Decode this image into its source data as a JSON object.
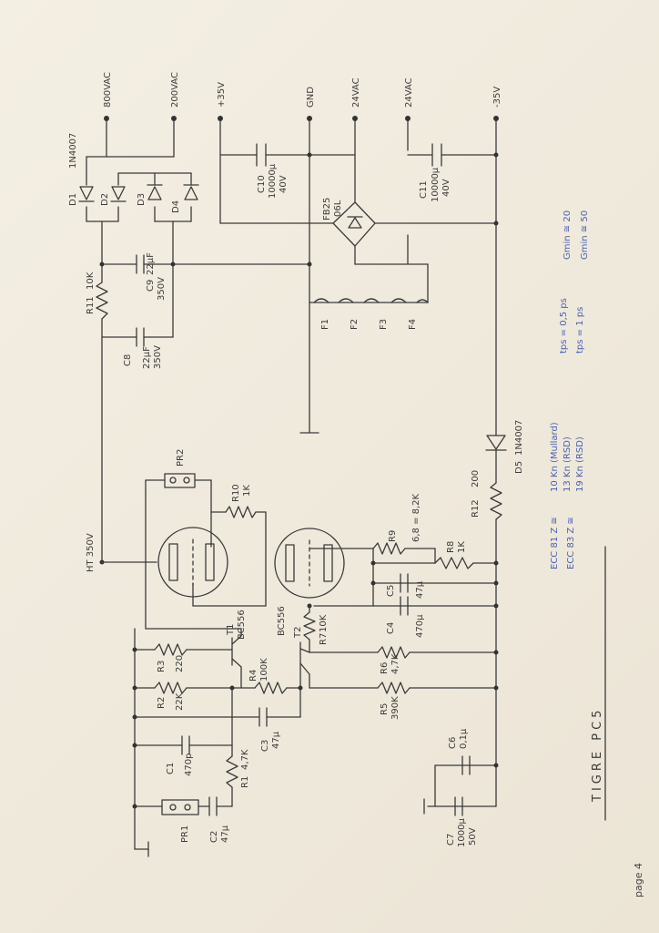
{
  "title": "TIGRE PC5",
  "page": "page 4",
  "rails": {
    "vac800": "800VAC",
    "vac200": "200VAC",
    "p35": "+35V",
    "gnd": "GND",
    "ac24a": "24VAC",
    "ac24b": "24VAC",
    "m35": "-35V",
    "ht": "HT 350V"
  },
  "parts": {
    "D1": "D1",
    "D1v": "1N4007",
    "D2": "D2",
    "D3": "D3",
    "D4": "D4",
    "R11": "R11",
    "R11v": "10K",
    "C9": "C9",
    "C9v": "22µF",
    "C9v2": "350V",
    "C8": "C8",
    "C8v": "22µF",
    "C8v2": "350V",
    "C10": "C10",
    "C10v": "10000µ",
    "C10v2": "40V",
    "C11": "C11",
    "C11v": "10000µ",
    "C11v2": "40V",
    "BR": "FB25",
    "BRv": "06L",
    "F1": "F1",
    "F2": "F2",
    "F3": "F3",
    "F4": "F4",
    "D5": "D5",
    "D5v": "1N4007",
    "PR2": "PR2",
    "R10": "R10",
    "R10v": "1K",
    "R9": "R9",
    "R9v": "6,8 = 8,2K",
    "R8": "R8",
    "R8v": "1K",
    "R12": "R12",
    "R12v": "200",
    "C5": "C5",
    "C5v": "47µ",
    "C4": "C4",
    "C4v": "470µ",
    "R7": "R7",
    "R7v": "10K",
    "T1": "T1",
    "T1v": "BC556",
    "T2": "T2",
    "T2v": "BC556",
    "R3": "R3",
    "R3v": "220",
    "R4": "R4",
    "R4v": "100K",
    "R2": "R2",
    "R2v": "22K",
    "R6": "R6",
    "R6v": "4,7K",
    "R5": "R5",
    "R5v": "390K",
    "C1": "C1",
    "C1v": "470p",
    "C3": "C3",
    "C3v": "47µ",
    "R1": "R1",
    "R1v": "4,7K",
    "C6": "C6",
    "C6v": "0,1µ",
    "PR1": "PR1",
    "C2": "C2",
    "C2v": "47µ",
    "C7": "C7",
    "C7v": "1000µ",
    "C7v2": "50V"
  },
  "notes": {
    "n1": "10 Kn (Mullard)",
    "n2": "13 Kn (RSD)",
    "n3": "19 Kn (RSD)",
    "n4": "ECC 81   Z ≅",
    "n5": "ECC 83   Z ≅",
    "n6": "tps = 0,5 ps",
    "n7": "tps = 1 ps",
    "n8": "Gmin ≅ 20",
    "n9": "Gmin ≅ 50"
  },
  "colors": {
    "ink": "#3a3a3a",
    "blue_ink": "#4a5fb0",
    "paper": "#f1ece0"
  }
}
